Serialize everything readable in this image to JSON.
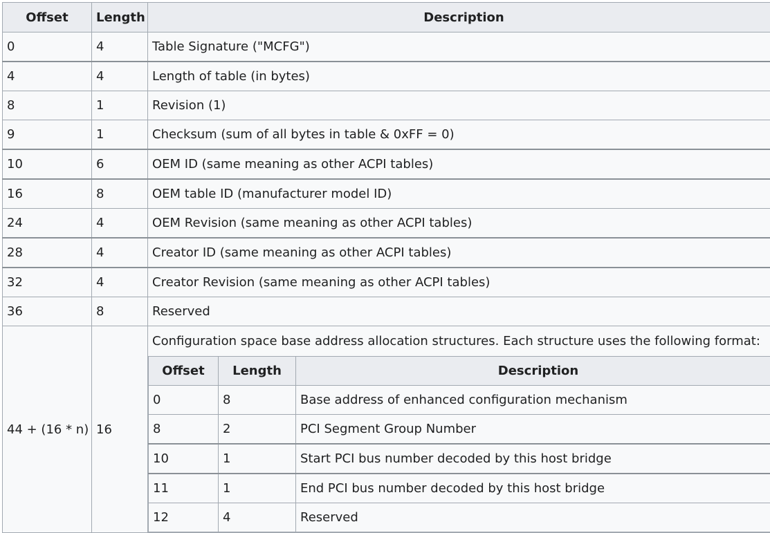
{
  "headers": {
    "offset": "Offset",
    "length": "Length",
    "description": "Description"
  },
  "rows": [
    {
      "offset": "0",
      "length": "4",
      "description": "Table Signature (\"MCFG\")"
    },
    {
      "offset": "4",
      "length": "4",
      "description": "Length of table (in bytes)"
    },
    {
      "offset": "8",
      "length": "1",
      "description": "Revision (1)"
    },
    {
      "offset": "9",
      "length": "1",
      "description": "Checksum (sum of all bytes in table & 0xFF = 0)"
    },
    {
      "offset": "10",
      "length": "6",
      "description": "OEM ID (same meaning as other ACPI tables)"
    },
    {
      "offset": "16",
      "length": "8",
      "description": "OEM table ID (manufacturer model ID)"
    },
    {
      "offset": "24",
      "length": "4",
      "description": "OEM Revision (same meaning as other ACPI tables)"
    },
    {
      "offset": "28",
      "length": "4",
      "description": "Creator ID (same meaning as other ACPI tables)"
    },
    {
      "offset": "32",
      "length": "4",
      "description": "Creator Revision (same meaning as other ACPI tables)"
    },
    {
      "offset": "36",
      "length": "8",
      "description": "Reserved"
    }
  ],
  "alloc": {
    "offset": "44 + (16 * n)",
    "length": "16",
    "caption": "Configuration space base address allocation structures. Each structure uses the following format:",
    "headers": {
      "offset": "Offset",
      "length": "Length",
      "description": "Description"
    },
    "rows": [
      {
        "offset": "0",
        "length": "8",
        "description": "Base address of enhanced configuration mechanism"
      },
      {
        "offset": "8",
        "length": "2",
        "description": "PCI Segment Group Number"
      },
      {
        "offset": "10",
        "length": "1",
        "description": "Start PCI bus number decoded by this host bridge"
      },
      {
        "offset": "11",
        "length": "1",
        "description": "End PCI bus number decoded by this host bridge"
      },
      {
        "offset": "12",
        "length": "4",
        "description": "Reserved"
      }
    ]
  }
}
